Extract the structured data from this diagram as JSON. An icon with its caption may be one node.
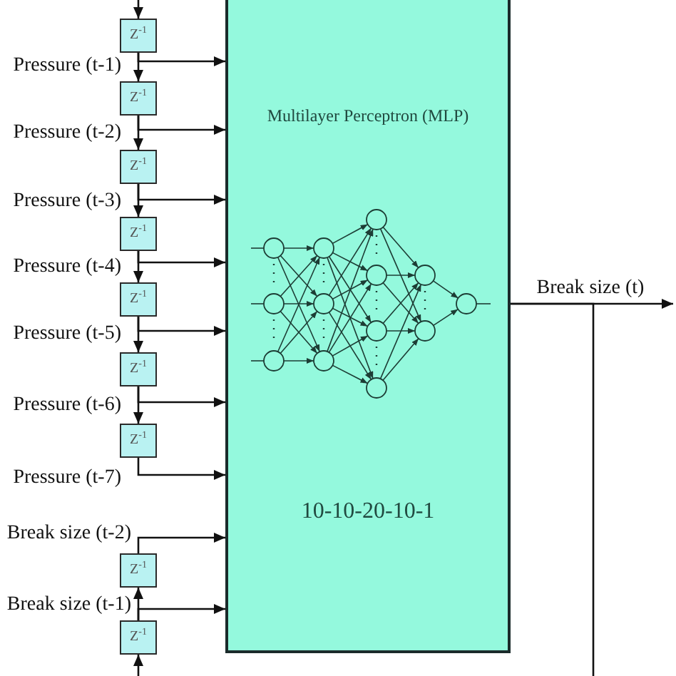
{
  "diagram": {
    "nodes": [
      {
        "text": [
          "Z$^{-1}$"
        ]
      },
      {
        "text": [
          "Z$^{-1}$"
        ]
      },
      {
        "text": [
          "Z$^{-1}$"
        ]
      },
      {
        "text": [
          "Z$^{-1}$"
        ]
      },
      {
        "text": [
          "Z$^{-1}$"
        ]
      },
      {
        "text": [
          "Z$^{-1}$"
        ]
      },
      {
        "text": [
          "Z$^{-1}$"
        ]
      },
      {
        "text": [
          "Z$^{-1}$"
        ]
      },
      {
        "text": [
          "Z$^{-1}$"
        ]
      },
      {
        "text": [
          "Multilayer Perceptron (MLP)",
          "10-10-20-10-1"
        ]
      }
    ],
    "edges": [
      {
        "from": null,
        "to": 0,
        "arrow": "to"
      },
      {
        "from": 0,
        "to": 1,
        "arrow": "to"
      },
      {
        "from": 0,
        "to": 9,
        "arrow": "to",
        "label": "Pressure (t-1)"
      },
      {
        "from": 1,
        "to": 2,
        "arrow": "to"
      },
      {
        "from": 1,
        "to": 9,
        "arrow": "to",
        "label": "Pressure (t-2)"
      },
      {
        "from": 2,
        "to": 3,
        "arrow": "to"
      },
      {
        "from": 2,
        "to": 9,
        "arrow": "to",
        "label": "Pressure (t-3)"
      },
      {
        "from": 3,
        "to": 4,
        "arrow": "to"
      },
      {
        "from": 3,
        "to": 9,
        "arrow": "to",
        "label": "Pressure (t-4)"
      },
      {
        "from": 4,
        "to": 5,
        "arrow": "to"
      },
      {
        "from": 4,
        "to": 9,
        "arrow": "to",
        "label": "Pressure (t-5)"
      },
      {
        "from": 5,
        "to": 6,
        "arrow": "to"
      },
      {
        "from": 5,
        "to": 9,
        "arrow": "to",
        "label": "Pressure (t-6)"
      },
      {
        "from": 6,
        "to": 9,
        "arrow": "to",
        "label": "Pressure (t-7)"
      },
      {
        "from": null,
        "to": 8,
        "arrow": "to"
      },
      {
        "from": 8,
        "to": 7,
        "arrow": "to"
      },
      {
        "from": 8,
        "to": 9,
        "arrow": "to",
        "label": "Break size (t-1)"
      },
      {
        "from": 7,
        "to": 9,
        "arrow": "to",
        "label": "Break size (t-2)"
      },
      {
        "from": 9,
        "to": null,
        "arrow": "to",
        "label": "Break size (t)"
      },
      {
        "from": 9,
        "to": null,
        "arrow": "none"
      }
    ]
  }
}
